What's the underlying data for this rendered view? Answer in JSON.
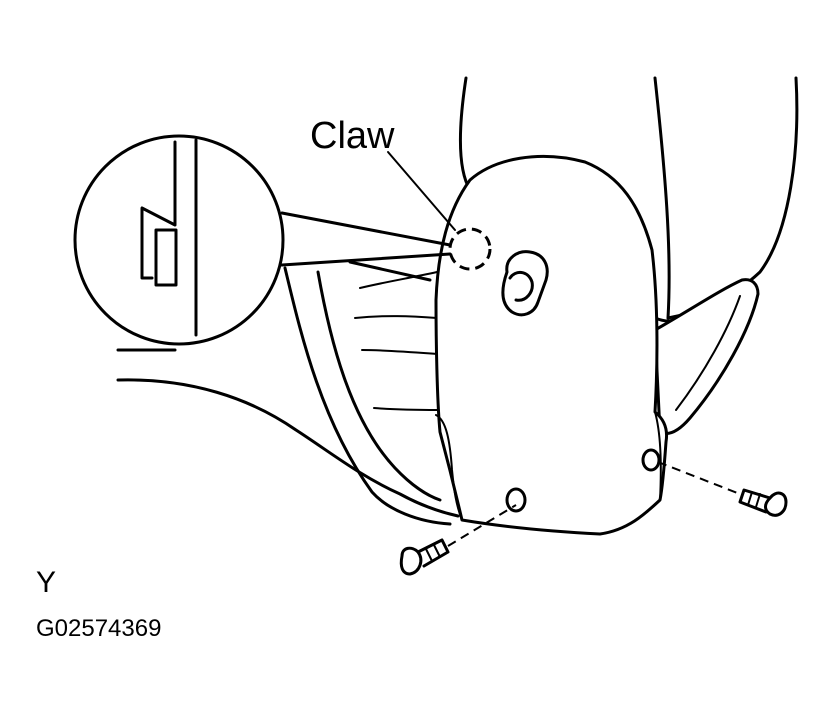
{
  "labels": {
    "callout": "Claw",
    "view": "Y",
    "figure_code": "G02574369"
  },
  "colors": {
    "line": "#000000",
    "background": "#ffffff"
  }
}
